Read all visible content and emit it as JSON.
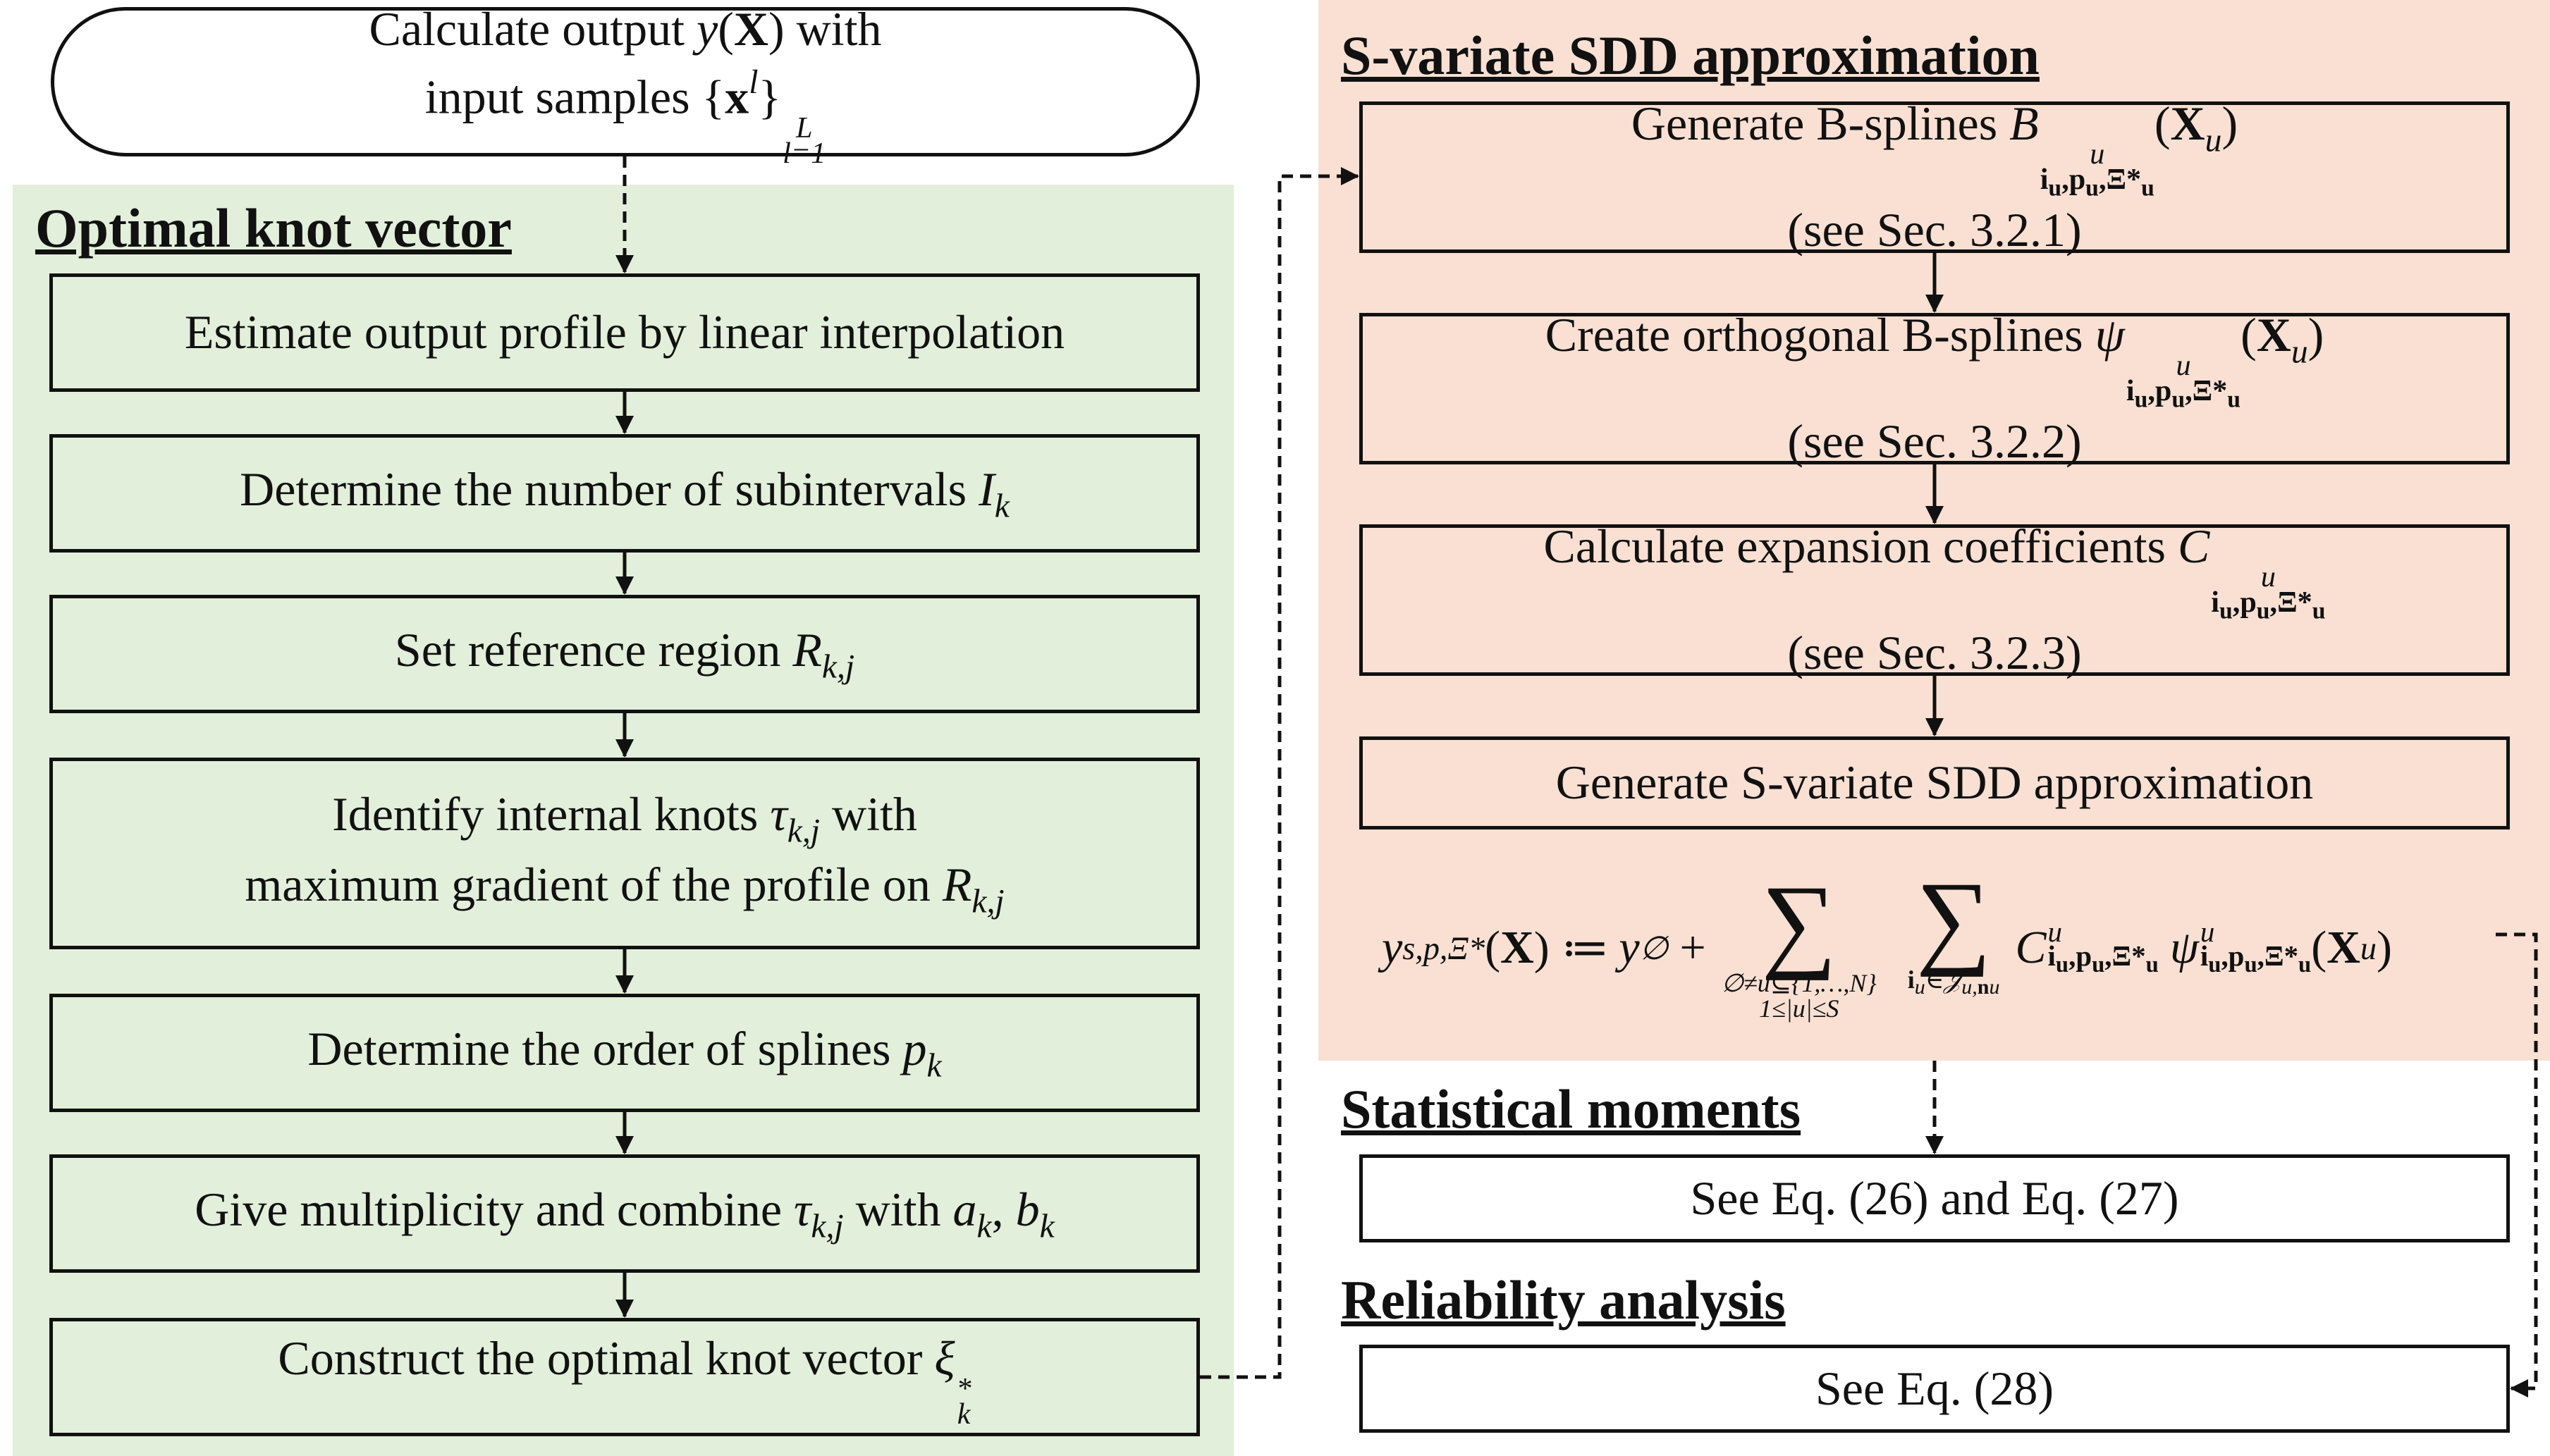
{
  "start": {
    "line1": "Calculate output y(X) with",
    "line2": "input samples {x^l}_{l=1}^L"
  },
  "left_section": {
    "title": "Optimal knot vector",
    "steps": [
      "Estimate output profile by linear interpolation",
      "Determine the number of subintervals I_k",
      "Set reference region R_{k,j}",
      "Identify internal knots τ_{k,j} with maximum gradient of the profile on R_{k,j}",
      "Determine the order of splines p_k",
      "Give multiplicity and combine τ_{k,j} with a_k, b_k",
      "Construct the optimal knot vector ξ_k^*"
    ]
  },
  "right_section": {
    "title": "S-variate SDD approximation",
    "steps": [
      {
        "label": "Generate B-splines B^u_{i_u,p_u,Ξ*_u}(X_u)",
        "ref": "(see Sec. 3.2.1)"
      },
      {
        "label": "Create orthogonal B-splines ψ^u_{i_u,p_u,Ξ*_u}(X_u)",
        "ref": "(see Sec. 3.2.2)"
      },
      {
        "label": "Calculate expansion coefficients C^u_{i_u,p_u,Ξ*_u}",
        "ref": "(see Sec. 3.2.3)"
      },
      {
        "label": "Generate S-variate SDD approximation",
        "ref": ""
      }
    ],
    "equation": "y_{s,p,Ξ*}(X) := y_∅ + Σ_{∅≠u⊆{1,…,N}, 1≤|u|≤S} Σ_{i_u∈𝒥_{u,n_u}} C^u_{i_u,p_u,Ξ*_u} ψ^u_{i_u,p_u,Ξ*_u}(X_u)"
  },
  "moments": {
    "title": "Statistical moments",
    "box": "See Eq. (26) and Eq. (27)"
  },
  "reliability": {
    "title": "Reliability analysis",
    "box": "See Eq. (28)"
  },
  "colors": {
    "green_panel": "#e2efda",
    "peach_panel": "#f9e0d2",
    "stroke": "#111111"
  }
}
